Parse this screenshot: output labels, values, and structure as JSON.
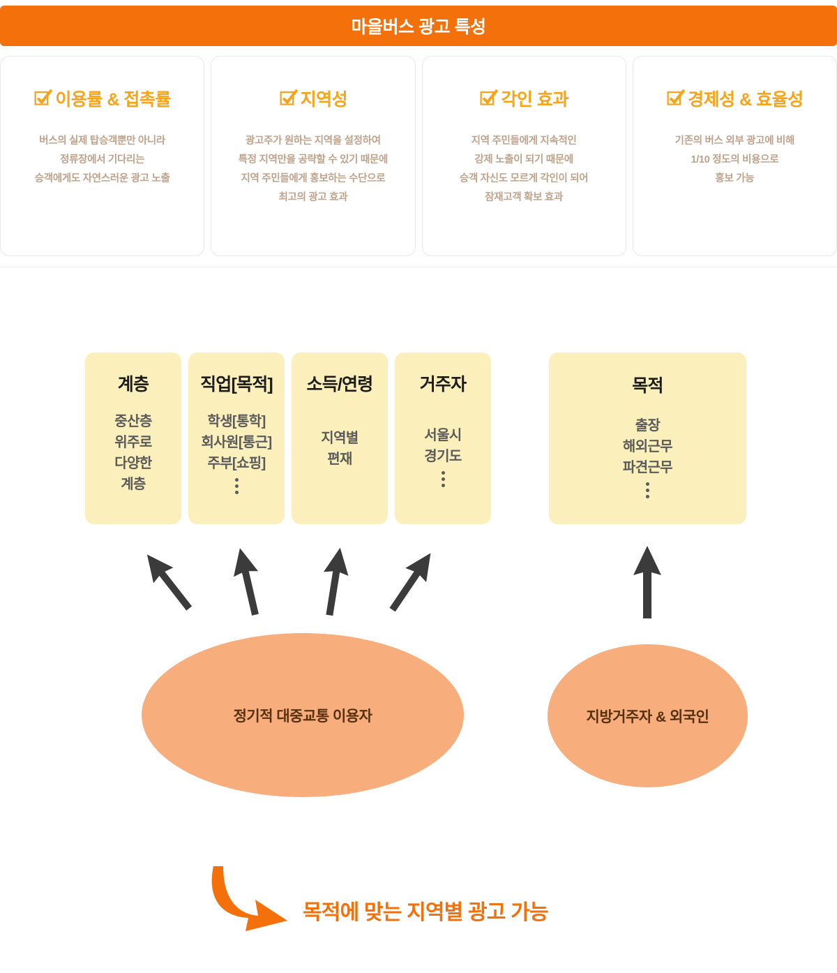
{
  "header": {
    "title": "마을버스 광고 특성",
    "background_color": "#F4700A",
    "text_color": "#FFFFFF"
  },
  "feature_cards": [
    {
      "icon": "checkbox-check-icon",
      "title": "이용률 & 접촉률",
      "lines": [
        "버스의 실제 탑승객뿐만 아니라",
        "정류장에서 기다리는",
        "승객에게도 자연스러운 광고 노출"
      ]
    },
    {
      "icon": "checkbox-check-icon",
      "title": "지역성",
      "lines": [
        "광고주가 원하는 지역을 설정하여",
        "특정 지역만을 공략할 수 있기 때문에",
        "지역 주민들에게 홍보하는 수단으로",
        "최고의 광고 효과"
      ]
    },
    {
      "icon": "checkbox-check-icon",
      "title": "각인 효과",
      "lines": [
        "지역 주민들에게 지속적인",
        "강제 노출이 되기 때문에",
        "승객 자신도 모르게 각인이 되어",
        "잠재고객 확보 효과"
      ]
    },
    {
      "icon": "checkbox-check-icon",
      "title": "경제성 & 효율성",
      "lines": [
        "기존의 버스 외부 광고에 비해",
        "1/10 정도의 비용으로",
        "홍보 가능"
      ]
    }
  ],
  "segment_boxes": [
    {
      "title": "계층",
      "lines": [
        "중산층",
        "위주로",
        "다양한",
        "계층"
      ],
      "dots": false
    },
    {
      "title": "직업[목적]",
      "lines": [
        "학생[통학]",
        "회사원[통근]",
        "주부[쇼핑]"
      ],
      "dots": true
    },
    {
      "title": "소득/연령",
      "lines": [
        "지역별",
        "편재"
      ],
      "dots": false
    },
    {
      "title": "거주자",
      "lines": [
        "서울시",
        "경기도"
      ],
      "dots": true
    },
    {
      "title": "목적",
      "lines": [
        "출장",
        "해외근무",
        "파견근무"
      ],
      "dots": true
    }
  ],
  "audience_groups": [
    {
      "label": "정기적 대중교통 이용자",
      "color": "#F7AE7C"
    },
    {
      "label": "지방거주자 & 외국인",
      "color": "#F7AE7C"
    }
  ],
  "arrows": {
    "group_left_count": 4,
    "group_right_count": 1,
    "color": "#3B3B3B",
    "name": "upward-arrow"
  },
  "conclusion": {
    "arrow_icon": "curved-arrow-icon",
    "text": "목적에 맞는 지역별 광고 가능",
    "color": "#F4700A"
  },
  "colors": {
    "brand_orange": "#F4700A",
    "accent_orange": "#F8A41B",
    "card_body_text": "#BFA28B",
    "box_yellow": "#FBEFBB",
    "ellipse_peach": "#F7AE7C",
    "ellipse_text": "#57300F",
    "arrow_gray": "#3B3B3B"
  }
}
